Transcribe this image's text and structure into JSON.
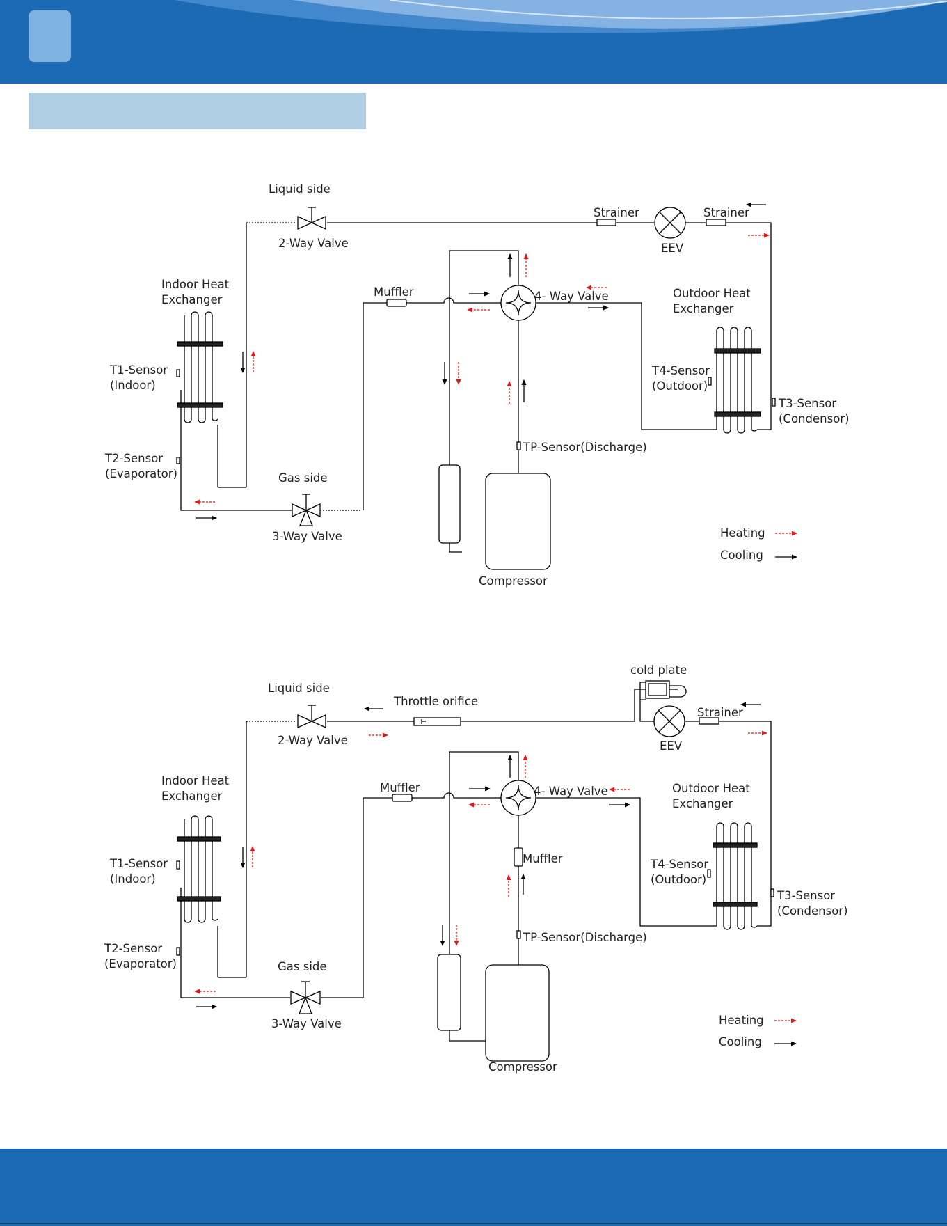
{
  "colors": {
    "header_blue": "#1b6ab3",
    "header_light": "#7fb2e0",
    "section_bar": "#b0cfe3",
    "footer_blue": "#1b6ab3",
    "heating_arrow": "#e01a1a",
    "cooling_arrow": "#000000"
  },
  "legend": {
    "heating": "Heating",
    "cooling": "Cooling"
  },
  "diagram1": {
    "liquid_side": "Liquid side",
    "two_way_valve": "2-Way Valve",
    "strainer_left": "Strainer",
    "strainer_right": "Strainer",
    "eev": "EEV",
    "indoor_hx_line1": "Indoor Heat",
    "indoor_hx_line2": "Exchanger",
    "muffler": "Muffler",
    "four_way_valve": "4- Way Valve",
    "outdoor_hx_line1": "Outdoor Heat",
    "outdoor_hx_line2": "Exchanger",
    "t1_line1": "T1-Sensor",
    "t1_line2": "(Indoor)",
    "t4_line1": "T4-Sensor",
    "t4_line2": "(Outdoor)",
    "t3_line1": "T3-Sensor",
    "t3_line2": "(Condensor)",
    "tp_sensor": "TP-Sensor(Discharge)",
    "t2_line1": "T2-Sensor",
    "t2_line2": "(Evaporator)",
    "gas_side": "Gas side",
    "three_way_valve": "3-Way Valve",
    "compressor": "Compressor"
  },
  "diagram2": {
    "cold_plate": "cold plate",
    "liquid_side": "Liquid side",
    "throttle_orifice": "Throttle orifice",
    "strainer": "Strainer",
    "two_way_valve": "2-Way Valve",
    "eev": "EEV",
    "indoor_hx_line1": "Indoor Heat",
    "indoor_hx_line2": "Exchanger",
    "muffler_top": "Muffler",
    "four_way_valve": "4- Way Valve",
    "outdoor_hx_line1": "Outdoor Heat",
    "outdoor_hx_line2": "Exchanger",
    "t1_line1": "T1-Sensor",
    "t1_line2": "(Indoor)",
    "muffler_discharge": "Muffler",
    "t4_line1": "T4-Sensor",
    "t4_line2": "(Outdoor)",
    "t3_line1": "T3-Sensor",
    "t3_line2": "(Condensor)",
    "tp_sensor": "TP-Sensor(Discharge)",
    "t2_line1": "T2-Sensor",
    "t2_line2": "(Evaporator)",
    "gas_side": "Gas side",
    "three_way_valve": "3-Way Valve",
    "compressor": "Compressor"
  }
}
